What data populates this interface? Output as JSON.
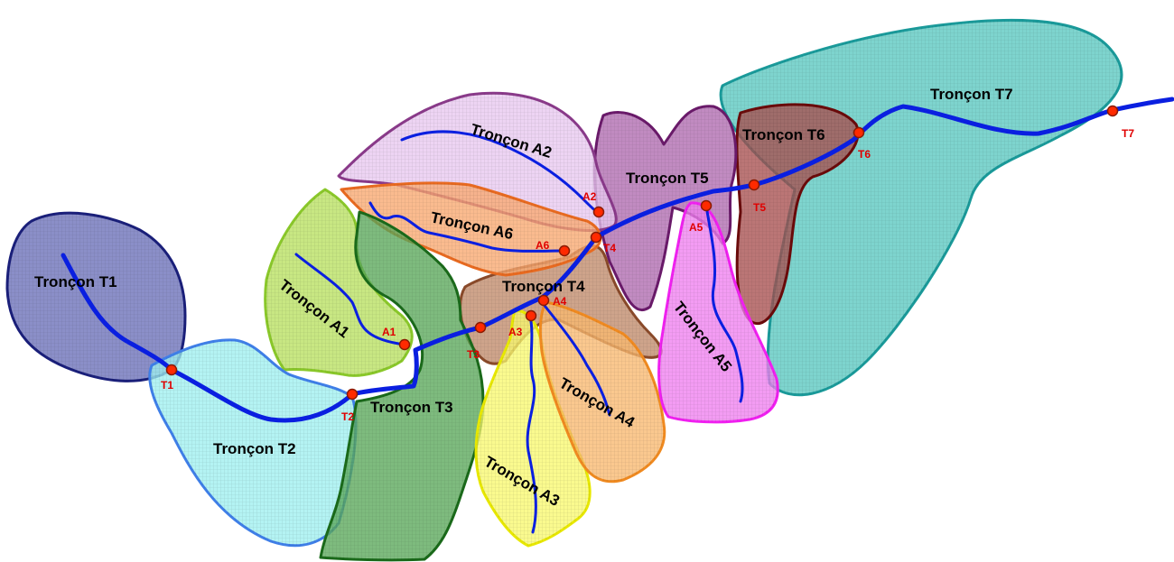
{
  "colors": {
    "T1": {
      "fill": "#6a6fb8",
      "stroke": "#1a1f7a"
    },
    "T2": {
      "fill": "#9ff0f0",
      "stroke": "#3f7fe8"
    },
    "T3": {
      "fill": "#5aa85a",
      "stroke": "#1a6a1a"
    },
    "T4": {
      "fill": "#c08a6a",
      "stroke": "#8a4a2a"
    },
    "T5": {
      "fill": "#b06ab0",
      "stroke": "#6a1a6a"
    },
    "T6": {
      "fill": "#a85050",
      "stroke": "#6a0a0a"
    },
    "T7": {
      "fill": "#5ac8c0",
      "stroke": "#1a9a9a"
    },
    "A1": {
      "fill": "#b8e060",
      "stroke": "#8ac82a"
    },
    "A2": {
      "fill": "#e8c8f0",
      "stroke": "#8a3a8a"
    },
    "A3": {
      "fill": "#f8f870",
      "stroke": "#e8e800"
    },
    "A4": {
      "fill": "#f8b870",
      "stroke": "#f08a20"
    },
    "A5": {
      "fill": "#f080f0",
      "stroke": "#f020f0"
    },
    "A6": {
      "fill": "#f8a870",
      "stroke": "#e86a20"
    },
    "river": "#0a1fe0",
    "node": "#ff2a00",
    "point_label": "#e00000"
  },
  "zones": {
    "T1": "Tronçon T1",
    "T2": "Tronçon T2",
    "T3": "Tronçon T3",
    "T4": "Tronçon T4",
    "T5": "Tronçon T5",
    "T6": "Tronçon T6",
    "T7": "Tronçon T7",
    "A1": "Tronçon A1",
    "A2": "Tronçon A2",
    "A3": "Tronçon A3",
    "A4": "Tronçon A4",
    "A5": "Tronçon A5",
    "A6": "Tronçon A6"
  },
  "points": {
    "T1": "T1",
    "T2": "T2",
    "T3": "T3",
    "T4": "T4",
    "T5": "T5",
    "T6": "T6",
    "T7": "T7",
    "A1": "A1",
    "A2": "A2",
    "A3": "A3",
    "A4": "A4",
    "A5": "A5",
    "A6": "A6"
  }
}
